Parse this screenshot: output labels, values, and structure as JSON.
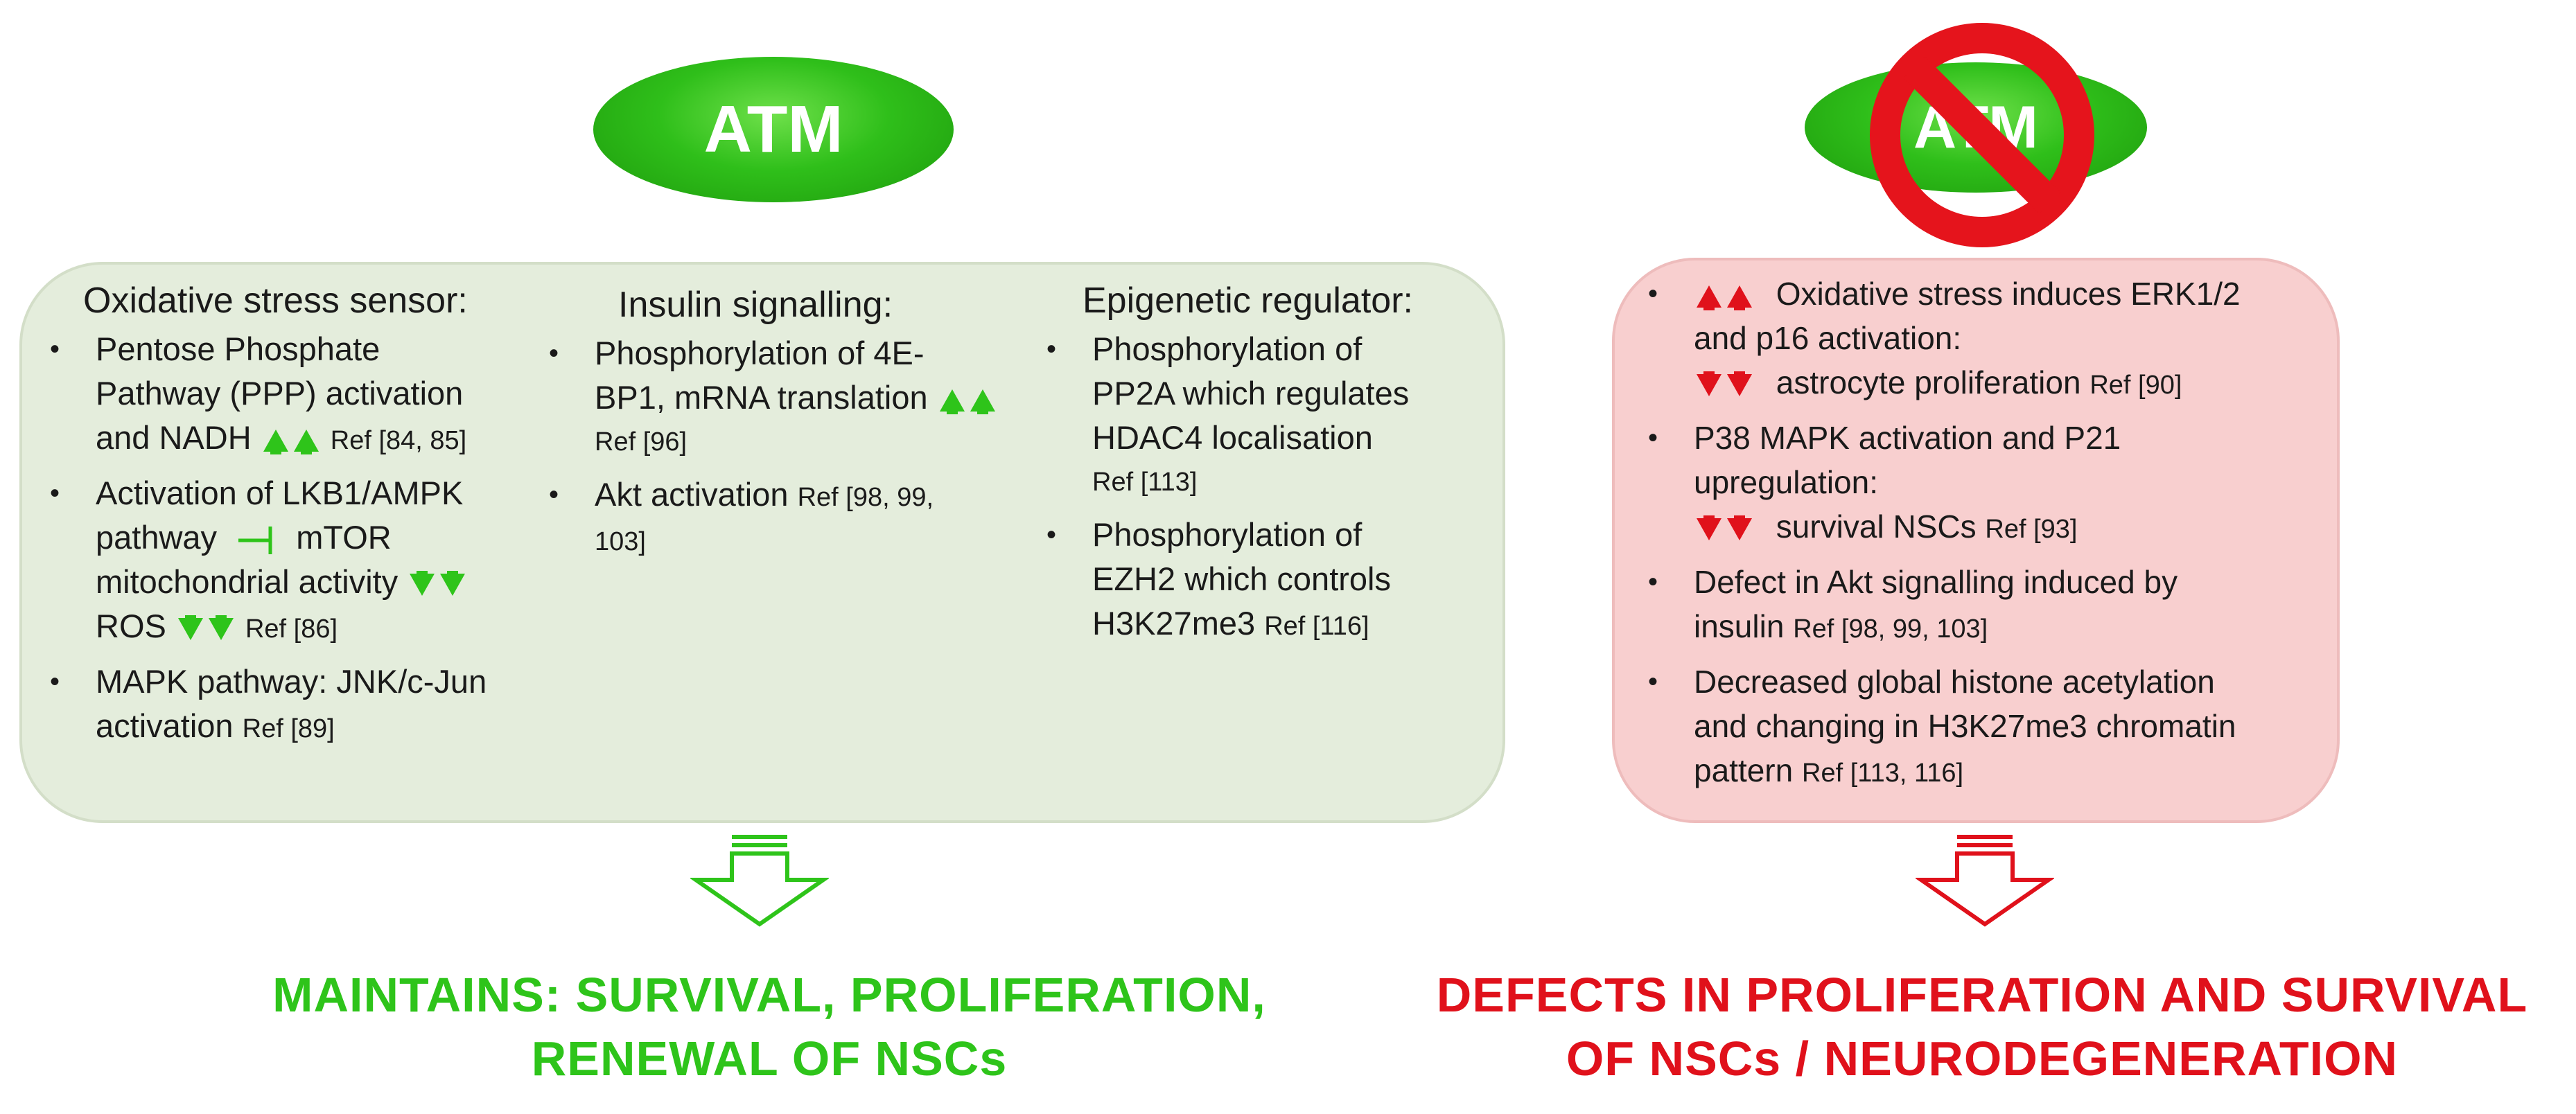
{
  "colors": {
    "green": "#2ec41a",
    "red": "#e0111b",
    "green_box": "#e4eddc",
    "red_box": "#f8cfcf"
  },
  "left_ellipse": {
    "label": "ATM"
  },
  "right_ellipse": {
    "label": "ATM",
    "prohibition_icon": "no-sign-icon"
  },
  "left_panel": {
    "columns": [
      {
        "title": "Oxidative stress sensor:",
        "items": [
          {
            "lines": [
              "Pentose Phosphate",
              "Pathway (PPP) activation",
              "and NADH"
            ],
            "arrow": "double-up",
            "ref": "Ref [84, 85]"
          },
          {
            "lines": [
              "Activation of LKB1/AMPK",
              "pathway",
              "mTOR",
              "mitochondrial activity",
              "ROS"
            ],
            "inhibit_symbol": "inhibit-icon",
            "arrow": "double-down",
            "ref": "Ref [86]"
          },
          {
            "lines": [
              "MAPK pathway: JNK/c-Jun",
              "activation"
            ],
            "ref": "Ref [89]"
          }
        ]
      },
      {
        "title": "Insulin signalling:",
        "items": [
          {
            "lines": [
              "Phosphorylation of 4E-",
              "BP1, mRNA translation"
            ],
            "arrow": "double-up",
            "ref": "Ref [96]"
          },
          {
            "lines": [
              "Akt activation"
            ],
            "ref": "Ref [98, 99,",
            "ref2": "103]"
          }
        ]
      },
      {
        "title": "Epigenetic regulator:",
        "items": [
          {
            "lines": [
              "Phosphorylation of",
              "PP2A which regulates",
              "HDAC4 localisation"
            ],
            "ref": "Ref [113]"
          },
          {
            "lines": [
              "Phosphorylation of",
              "EZH2 which controls",
              "H3K27me3"
            ],
            "ref": "Ref [116]"
          }
        ]
      }
    ]
  },
  "right_panel": {
    "items": [
      {
        "lines": [
          "Oxidative stress induces ERK1/2",
          "and p16 activation:",
          "astrocyte proliferation"
        ],
        "ref": "Ref [90]"
      },
      {
        "lines": [
          "P38 MAPK activation and P21",
          "upregulation:",
          "survival NSCs"
        ],
        "ref": "Ref [93]"
      },
      {
        "lines": [
          "Defect in Akt signalling induced by",
          "insulin"
        ],
        "ref": "Ref [98, 99, 103]"
      },
      {
        "lines": [
          "Decreased global histone acetylation",
          "and changing in H3K27me3 chromatin",
          "pattern"
        ],
        "ref": "Ref [113, 116]"
      }
    ]
  },
  "outcomes": {
    "left": {
      "line1": "MAINTAINS: SURVIVAL, PROLIFERATION,",
      "line2": "RENEWAL OF NSCs"
    },
    "right": {
      "line1": "DEFECTS IN PROLIFERATION AND SURVIVAL",
      "line2": "OF NSCs / NEURODEGENERATION"
    }
  }
}
